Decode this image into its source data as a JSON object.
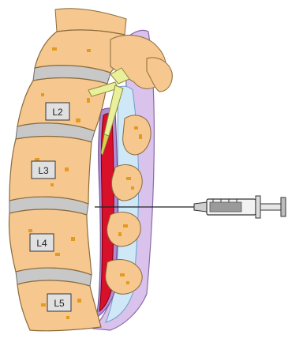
{
  "diagram": {
    "vertebra_labels": [
      "L2",
      "L3",
      "L4",
      "L5"
    ],
    "colors": {
      "bone": "#f6c890",
      "bone_spots": "#e59a1e",
      "disc": "#c8c8c8",
      "spinal_cord": "#d8102a",
      "canal_lining": "#b48ad2",
      "epidural": "#cfe8f7",
      "needle": "#e9ef9a",
      "syringe": "#9a9a9a"
    },
    "icons": [
      "spine-anatomy",
      "syringe-icon",
      "epidural-needle"
    ]
  }
}
